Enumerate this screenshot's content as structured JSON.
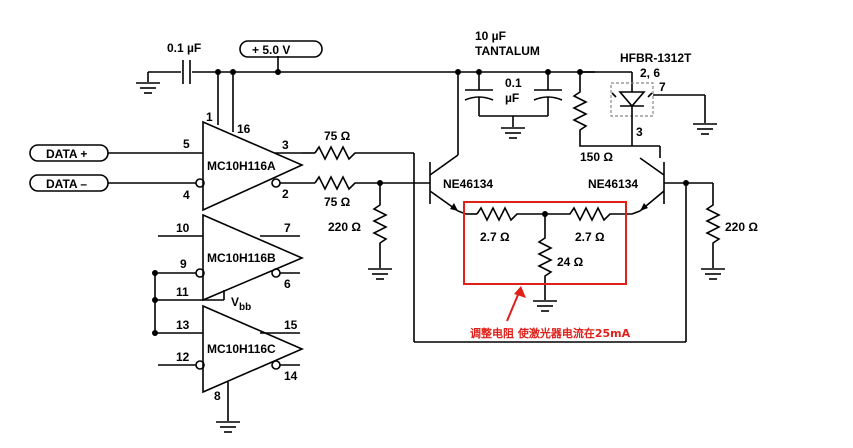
{
  "caps": {
    "input_cap": "0.1 µF",
    "tantalum_value": "10 µF",
    "tantalum_word": "TANTALUM",
    "bypass_value": "0.1",
    "bypass_unit": "µF"
  },
  "supply": "+ 5.0 V",
  "signals": {
    "data_plus": "DATA +",
    "data_minus": "DATA –"
  },
  "chips": {
    "a": "MC10H116A",
    "b": "MC10H116B",
    "c": "MC10H116C"
  },
  "vbb": {
    "main": "V",
    "sub": "bb"
  },
  "laser": "HFBR-1312T",
  "transistors": {
    "left": "NE46134",
    "right": "NE46134"
  },
  "resistors": {
    "r75_top": "75 Ω",
    "r75_bottom": "75 Ω",
    "r220_left": "220 Ω",
    "r220_right": "220 Ω",
    "r150": "150 Ω",
    "r27_left": "2.7 Ω",
    "r27_right": "2.7 Ω",
    "r24": "24 Ω"
  },
  "pins": {
    "a_pin1": "1",
    "a_pin16": "16",
    "a_pin5": "5",
    "a_pin4": "4",
    "a_pin3": "3",
    "a_pin2": "2",
    "b_pin10": "10",
    "b_pin9": "9",
    "b_pin11": "11",
    "b_pin7": "7",
    "b_pin6": "6",
    "c_pin13": "13",
    "c_pin12": "12",
    "c_pin15": "15",
    "c_pin14": "14",
    "c_pin8": "8",
    "laser_pins_top": "2, 6",
    "laser_pin7": "7",
    "laser_pin3": "3"
  },
  "annotation": "调整电阻 使激光器电流在25mA",
  "colors": {
    "annotation": "#e0201a",
    "laser_box": "#888888",
    "ink": "#000000"
  }
}
